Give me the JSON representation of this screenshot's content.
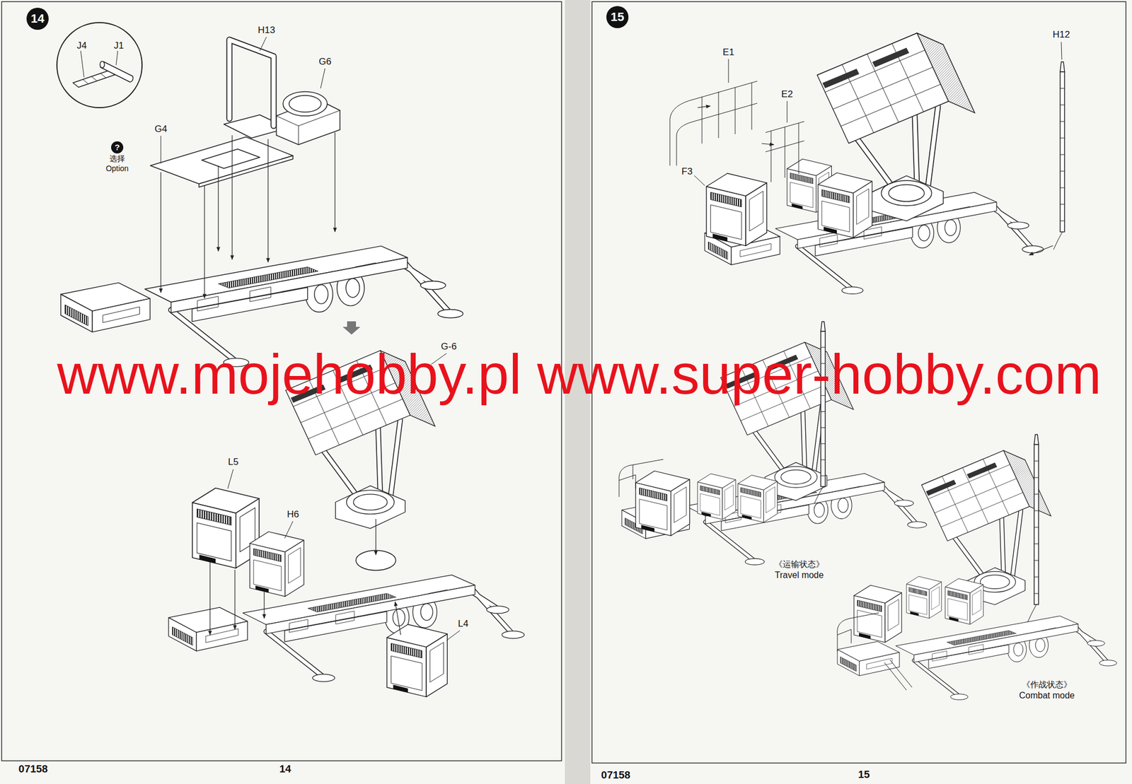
{
  "diagram": {
    "nodes": [
      {
        "text": [
          "14"
        ]
      },
      {
        "text": [
          "J4",
          "J1"
        ]
      },
      {
        "text": [
          "?",
          "选择",
          "Option"
        ]
      },
      {
        "text": [
          "15"
        ]
      }
    ],
    "labels": [
      "H13",
      "G6",
      "G4",
      "L5",
      "H6",
      "G-6",
      "L4",
      "E1",
      "E2",
      "F3",
      "H12",
      "《运输状态》",
      "Travel mode",
      "《作战状态》",
      "Combat mode",
      "07158",
      "14",
      "07158",
      "15",
      "www.mojehobby.pl www.super-hobby.com"
    ]
  }
}
